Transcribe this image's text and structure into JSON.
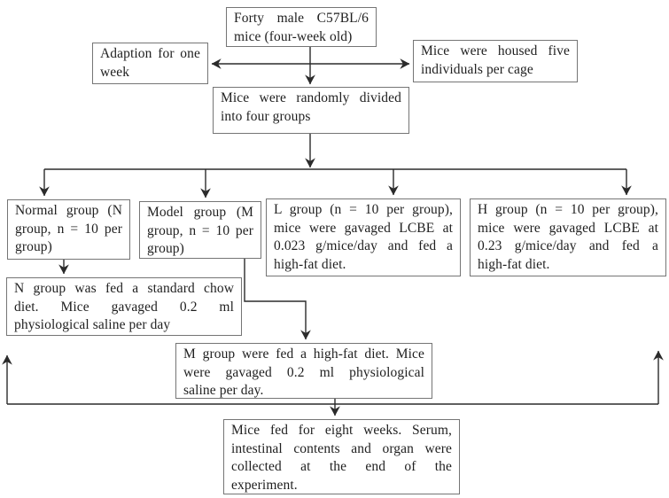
{
  "figure": {
    "type": "flowchart",
    "colors": {
      "background": "#ffffff",
      "box_border": "#757575",
      "arrow_line": "#2b2b2b",
      "text": "#1f1f1f"
    },
    "nodes": {
      "start": {
        "lines": [
          "Forty male C57BL/6",
          "mice (four-week old)"
        ]
      },
      "adaption": {
        "lines": [
          "Adaption for one",
          "week"
        ]
      },
      "housing": {
        "lines": [
          "Mice were housed five",
          "individuals per cage"
        ]
      },
      "divided": {
        "lines": [
          "Mice were randomly divided",
          "into four groups"
        ]
      },
      "normal_group": {
        "lines": [
          "Normal group (N",
          "group, n = 10 per",
          "group)"
        ]
      },
      "model_group": {
        "lines": [
          "Model group (M",
          "group, n = 10 per",
          "group)"
        ]
      },
      "l_group": {
        "lines": [
          "L group (n = 10 per group),",
          "mice were gavaged LCBE at",
          "0.023 g/mice/day and fed a",
          "high-fat diet."
        ]
      },
      "h_group": {
        "lines": [
          "H group (n = 10 per group),",
          "mice were gavaged LCBE at",
          "0.23 g/mice/day and fed a",
          "high-fat diet."
        ]
      },
      "n_diet": {
        "lines": [
          "N group was fed a standard chow",
          "diet. Mice gavaged 0.2 ml",
          "physiological saline per day"
        ]
      },
      "m_diet": {
        "lines": [
          "M group were fed a high-fat diet. Mice",
          "were gavaged 0.2 ml physiological",
          "saline per day."
        ]
      },
      "endpoint": {
        "lines": [
          "Mice fed for eight weeks. Serum,",
          "intestinal contents and organ were",
          "collected at the end of the",
          "experiment."
        ]
      }
    },
    "edges": [
      {
        "from": "start",
        "to": "divided",
        "kind": "arrow"
      },
      {
        "from": "adaption",
        "to": "housing",
        "kind": "double-arrow"
      },
      {
        "from": "divided",
        "to": "group-bus",
        "kind": "arrow"
      },
      {
        "from": "group-bus",
        "to": "normal_group",
        "kind": "arrow"
      },
      {
        "from": "group-bus",
        "to": "model_group",
        "kind": "arrow"
      },
      {
        "from": "group-bus",
        "to": "l_group",
        "kind": "arrow"
      },
      {
        "from": "group-bus",
        "to": "h_group",
        "kind": "arrow"
      },
      {
        "from": "normal_group",
        "to": "n_diet",
        "kind": "arrow"
      },
      {
        "from": "model_group",
        "to": "m_diet",
        "kind": "elbow-arrow"
      },
      {
        "from": "m_diet",
        "to": "endpoint",
        "kind": "arrow"
      },
      {
        "from": "collector-bus",
        "to": "left-up",
        "kind": "arrow"
      },
      {
        "from": "collector-bus",
        "to": "right-up",
        "kind": "arrow"
      }
    ]
  }
}
